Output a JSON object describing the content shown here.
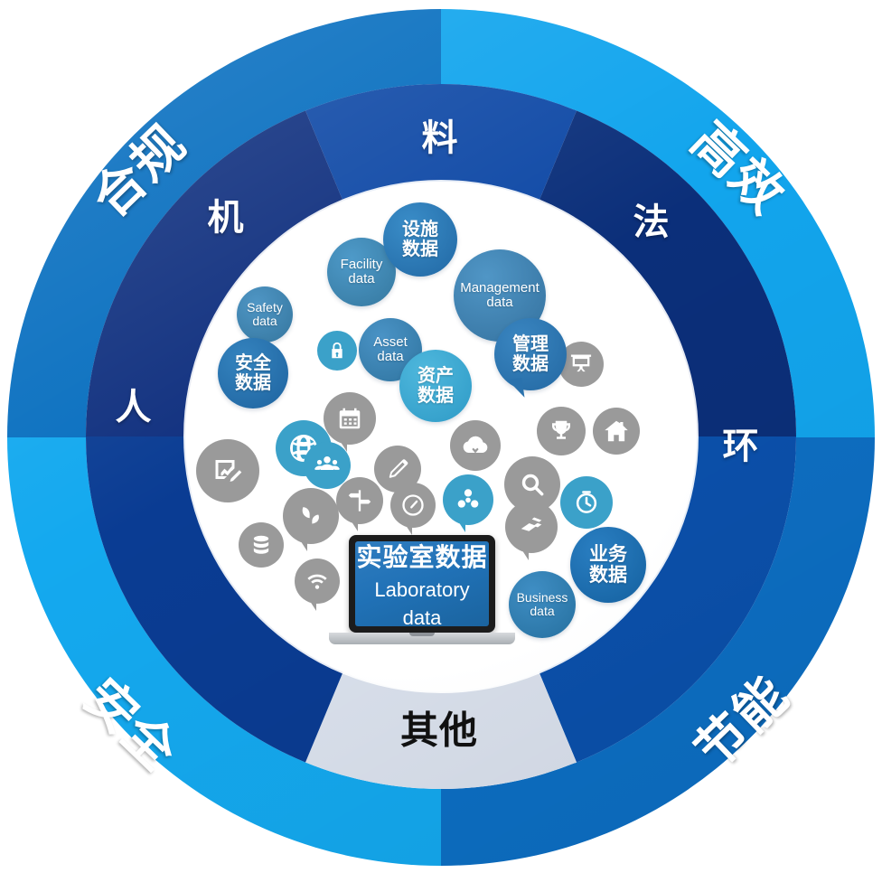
{
  "diagram": {
    "title_center_bottom": "其他",
    "outer_ring": {
      "segments": [
        {
          "label": "高效",
          "color": "#12a5ed",
          "quadrant": "top-right"
        },
        {
          "label": "节能",
          "color": "#0d6fc4",
          "quadrant": "bottom-right"
        },
        {
          "label": "安全",
          "color": "#14a9ef",
          "quadrant": "bottom-left"
        },
        {
          "label": "合规",
          "color": "#0a70c0",
          "quadrant": "top-left"
        }
      ]
    },
    "inner_ring": {
      "segments": [
        {
          "label": "料",
          "color": "#0f49a6"
        },
        {
          "label": "法",
          "color": "#0b2f7a"
        },
        {
          "label": "环",
          "color": "#0b51ad"
        },
        {
          "label": "其他",
          "color": "#dde4f0",
          "text_color": "#111111"
        },
        {
          "label": "人",
          "color": "#0a3c93"
        },
        {
          "label": "机",
          "color": "#10307f"
        }
      ]
    },
    "core": {
      "bubbles": [
        {
          "id": "facility-cn",
          "cn": "设施",
          "cn2": "数据",
          "color": "#2b7fc0"
        },
        {
          "id": "facility-en",
          "en1": "Facility",
          "en2": "data",
          "color": "#3a86b8"
        },
        {
          "id": "management-en",
          "en1": "Management",
          "en2": "data",
          "color": "#3f85bb"
        },
        {
          "id": "management-cn",
          "cn": "管理",
          "cn2": "数据",
          "color": "#2c78b4"
        },
        {
          "id": "safety-en",
          "en1": "Safety",
          "en2": "data",
          "color": "#3f86b9"
        },
        {
          "id": "safety-cn",
          "cn": "安全",
          "cn2": "数据",
          "color": "#2579b6"
        },
        {
          "id": "asset-en",
          "en1": "Asset",
          "en2": "data",
          "color": "#327fb4"
        },
        {
          "id": "asset-cn",
          "cn": "资产",
          "cn2": "数据",
          "color": "#3ba9d6"
        },
        {
          "id": "business-cn",
          "cn": "业务",
          "cn2": "数据",
          "color": "#1a6fb5"
        },
        {
          "id": "business-en",
          "en1": "Business",
          "en2": "data",
          "color": "#2b7cb8"
        }
      ],
      "laptop": {
        "cn": "实验室数据",
        "en1": "Laboratory",
        "en2": "data"
      },
      "icons": [
        {
          "name": "lock-icon",
          "glyph": "lock",
          "color": "#3ba1c9"
        },
        {
          "name": "calendar-icon",
          "glyph": "calendar",
          "color": "#9a9a9a"
        },
        {
          "name": "chart-edit-icon",
          "glyph": "chart-edit",
          "color": "#9a9a9a"
        },
        {
          "name": "globe-icon",
          "glyph": "globe",
          "color": "#3ba1c9"
        },
        {
          "name": "people-icon",
          "glyph": "people",
          "color": "#3ba1c9"
        },
        {
          "name": "pen-icon",
          "glyph": "pen",
          "color": "#9a9a9a"
        },
        {
          "name": "signpost-icon",
          "glyph": "signpost",
          "color": "#9a9a9a"
        },
        {
          "name": "sprout-icon",
          "glyph": "sprout",
          "color": "#9a9a9a"
        },
        {
          "name": "gauge-icon",
          "glyph": "gauge",
          "color": "#9a9a9a"
        },
        {
          "name": "database-icon",
          "glyph": "database",
          "color": "#9a9a9a"
        },
        {
          "name": "wifi-icon",
          "glyph": "wifi",
          "color": "#9a9a9a"
        },
        {
          "name": "cloud-download-icon",
          "glyph": "cloud-download",
          "color": "#9a9a9a"
        },
        {
          "name": "trophy-icon",
          "glyph": "trophy",
          "color": "#9a9a9a"
        },
        {
          "name": "home-icon",
          "glyph": "home",
          "color": "#9a9a9a"
        },
        {
          "name": "biohazard-icon",
          "glyph": "biohazard",
          "color": "#3ba1c9"
        },
        {
          "name": "search-icon",
          "glyph": "search",
          "color": "#9a9a9a"
        },
        {
          "name": "layers-icon",
          "glyph": "layers",
          "color": "#9a9a9a"
        },
        {
          "name": "timer-icon",
          "glyph": "timer",
          "color": "#3ba1c9"
        },
        {
          "name": "presentation-icon",
          "glyph": "presentation",
          "color": "#9a9a9a"
        }
      ]
    }
  },
  "chart_data": {
    "type": "pie",
    "title": "工厂数据体系环形图",
    "rings": [
      {
        "name": "outer",
        "categories": [
          "高效",
          "节能",
          "安全",
          "合规"
        ],
        "values": [
          25,
          25,
          25,
          25
        ],
        "colors": [
          "#12a5ed",
          "#0d6fc4",
          "#14a9ef",
          "#0a70c0"
        ]
      },
      {
        "name": "inner",
        "categories": [
          "料",
          "法",
          "环",
          "其他",
          "人",
          "机"
        ],
        "values": [
          16.7,
          16.7,
          16.7,
          16.7,
          16.7,
          16.7
        ],
        "colors": [
          "#0f49a6",
          "#0b2f7a",
          "#0b51ad",
          "#dde4f0",
          "#0a3c93",
          "#10307f"
        ]
      }
    ],
    "center_labels": [
      "设施数据 / Facility data",
      "管理数据 / Management data",
      "安全数据 / Safety data",
      "资产数据 / Asset data",
      "业务数据 / Business data",
      "实验室数据 / Laboratory data"
    ],
    "legend": "none",
    "grid": false
  }
}
